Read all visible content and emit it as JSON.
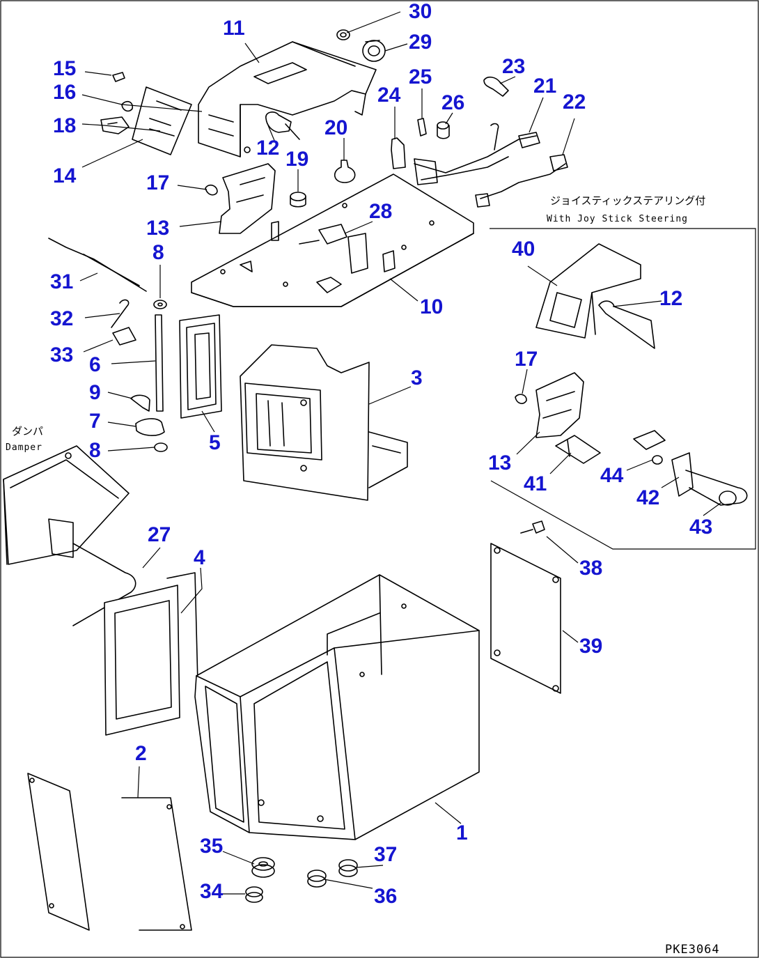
{
  "callouts": {
    "n11": "11",
    "n30": "30",
    "n29": "29",
    "n15": "15",
    "n16": "16",
    "n18": "18",
    "n14": "14",
    "n12a": "12",
    "n19": "19",
    "n20": "20",
    "n24": "24",
    "n25": "25",
    "n26": "26",
    "n23": "23",
    "n21": "21",
    "n22": "22",
    "n17a": "17",
    "n13a": "13",
    "n28": "28",
    "n10": "10",
    "n8a": "8",
    "n31": "31",
    "n32": "32",
    "n33": "33",
    "n6": "6",
    "n9": "9",
    "n7": "7",
    "n8b": "8",
    "n5": "5",
    "n3": "3",
    "n40": "40",
    "n12b": "12",
    "n17b": "17",
    "n13b": "13",
    "n41": "41",
    "n44": "44",
    "n42": "42",
    "n43": "43",
    "n27": "27",
    "n4": "4",
    "n38": "38",
    "n39": "39",
    "n2": "2",
    "n1": "1",
    "n35": "35",
    "n37": "37",
    "n34": "34",
    "n36": "36"
  },
  "labels": {
    "joystick_jp": "ジョイスティックステアリング付",
    "joystick_en": "With Joy Stick Steering",
    "damper_jp": "ダンパ",
    "damper_en": "Damper",
    "drawing_code": "PKE3064"
  }
}
